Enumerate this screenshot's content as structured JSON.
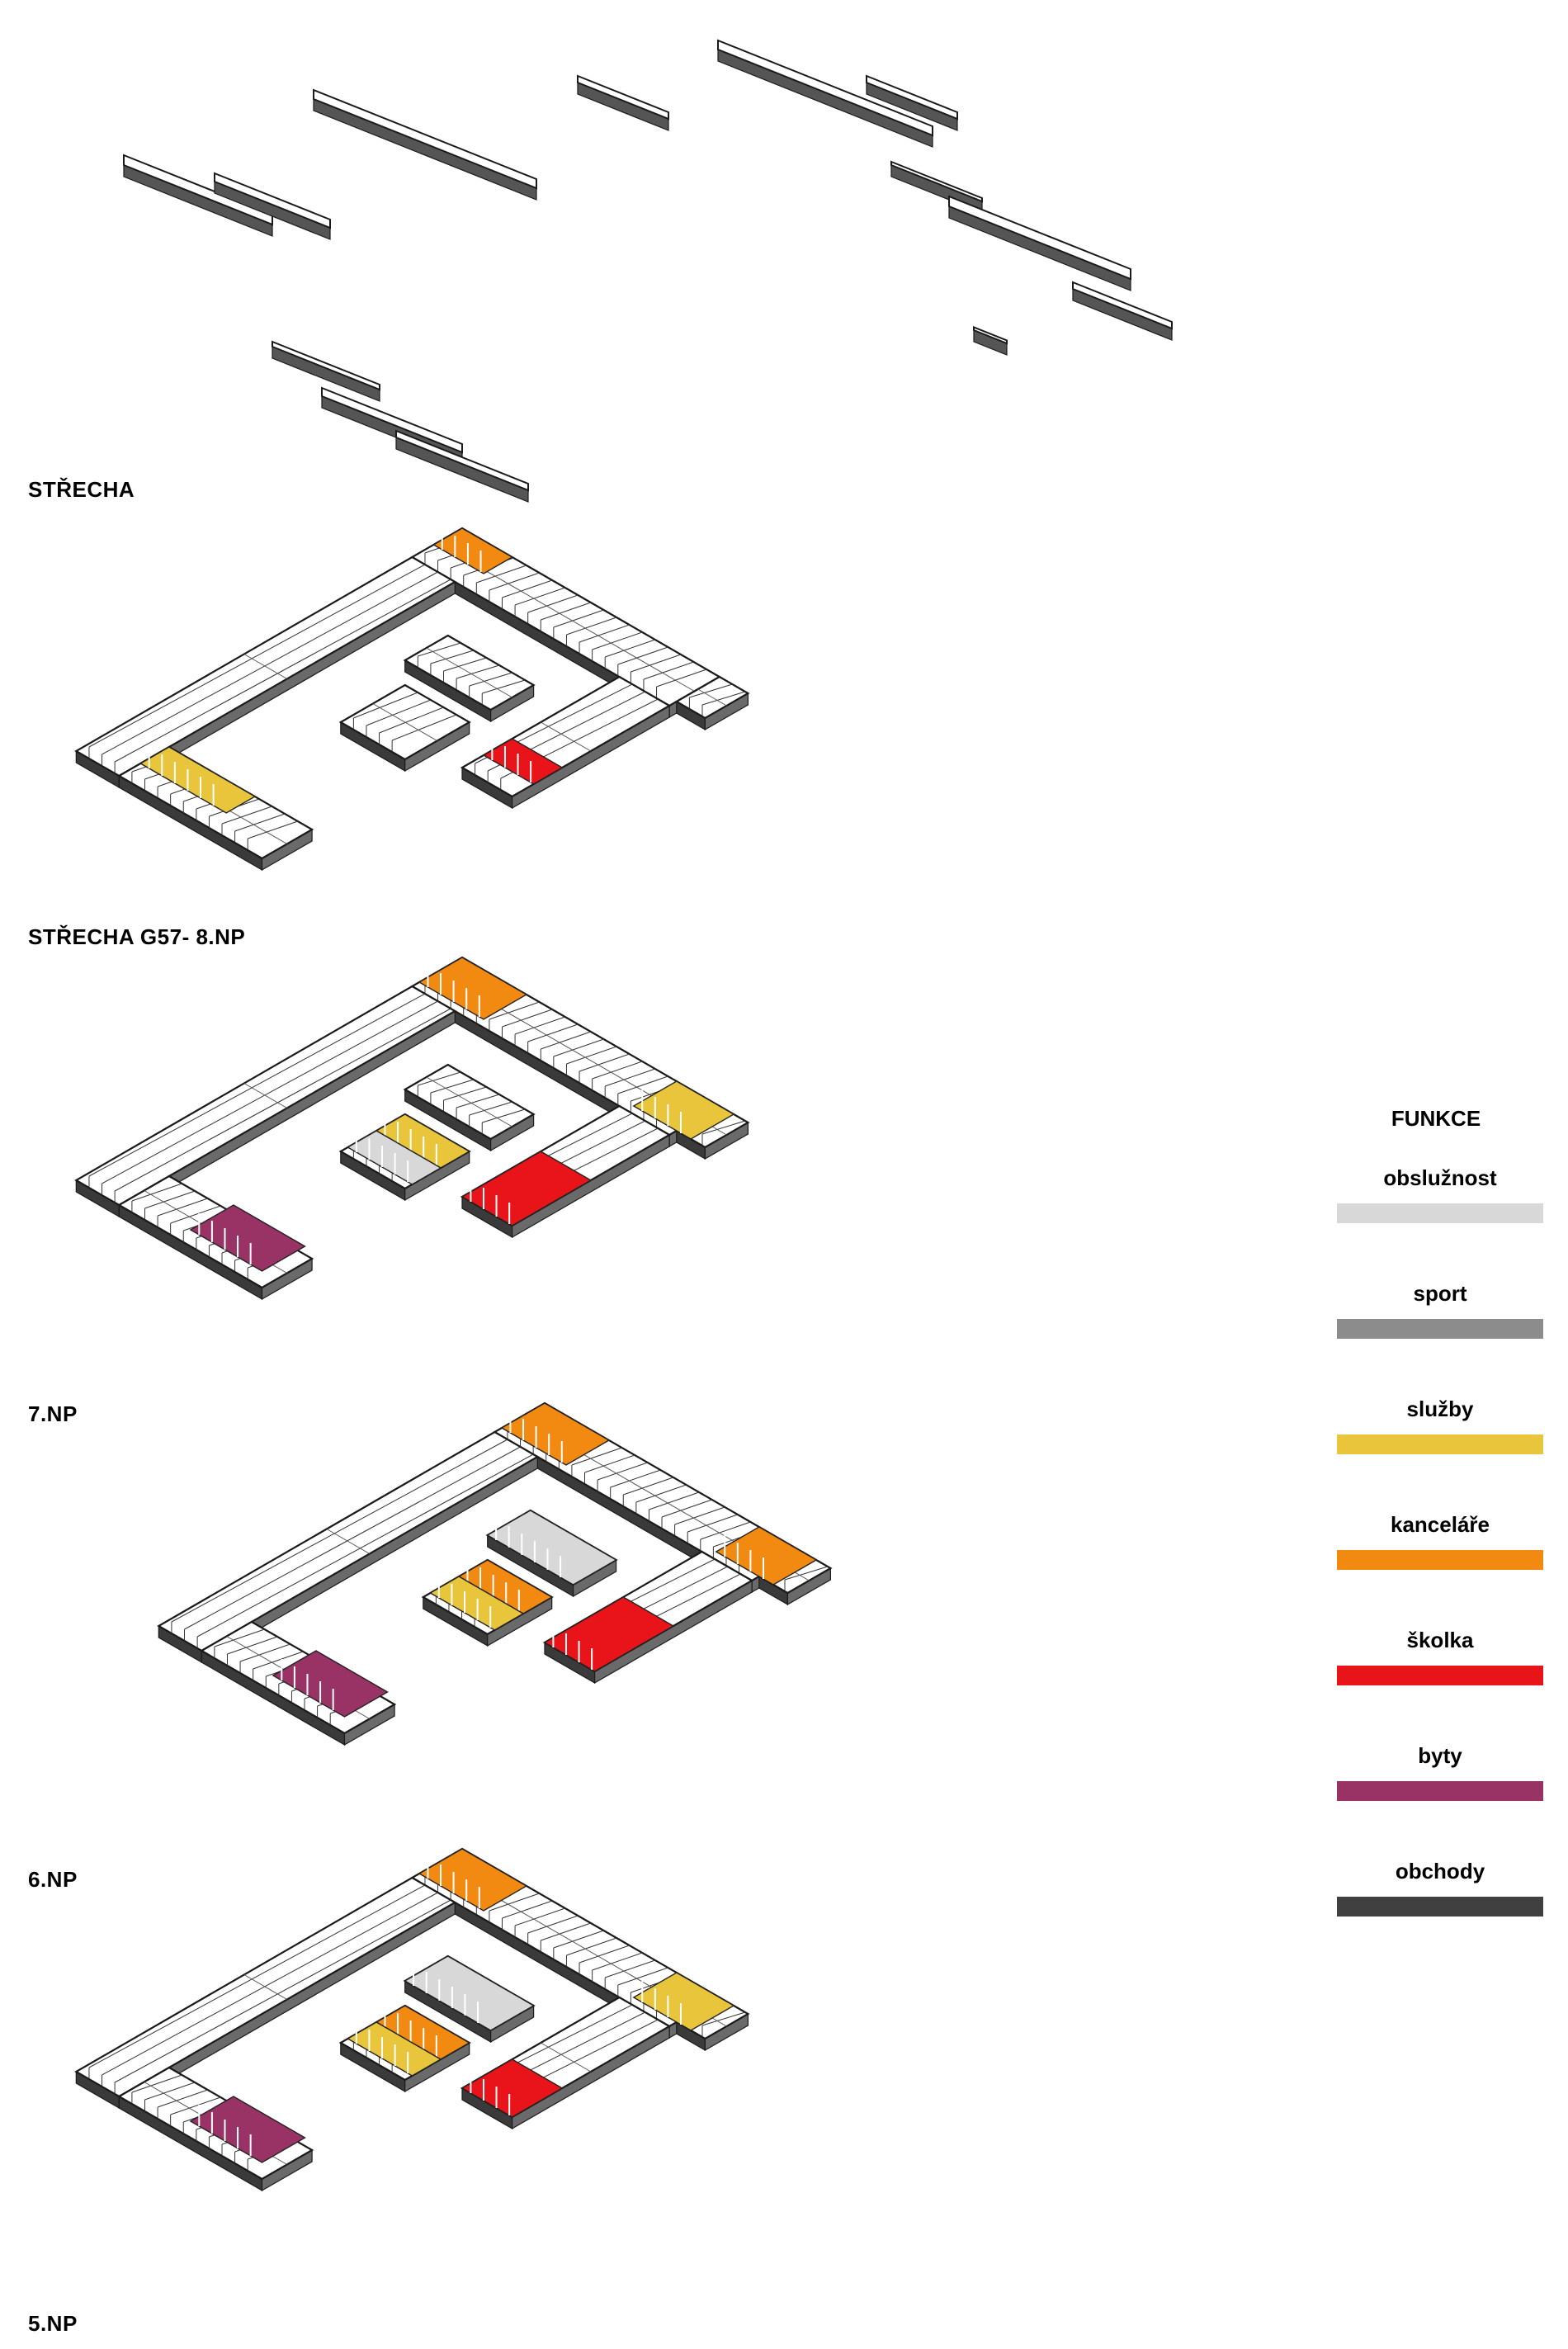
{
  "colors": {
    "obsluznost": "#d8d8d8",
    "sport": "#8c8c8c",
    "sluzby": "#e8c53a",
    "kancelare": "#f28a12",
    "skolka": "#e8141a",
    "byty": "#993366",
    "obchody": "#404040",
    "outline": "#1a1a1a"
  },
  "floors": [
    {
      "label": "STŘECHA"
    },
    {
      "label": "STŘECHA G57- 8.NP"
    },
    {
      "label": "7.NP"
    },
    {
      "label": "6.NP"
    },
    {
      "label": "5.NP"
    }
  ],
  "legend": {
    "title": "FUNKCE",
    "items": [
      {
        "label": "obslužnost",
        "color": "#d8d8d8"
      },
      {
        "label": "sport",
        "color": "#8c8c8c"
      },
      {
        "label": "služby",
        "color": "#e8c53a"
      },
      {
        "label": "kanceláře",
        "color": "#f28a12"
      },
      {
        "label": "školka",
        "color": "#e8141a"
      },
      {
        "label": "byty",
        "color": "#993366"
      },
      {
        "label": "obchody",
        "color": "#404040"
      }
    ]
  }
}
